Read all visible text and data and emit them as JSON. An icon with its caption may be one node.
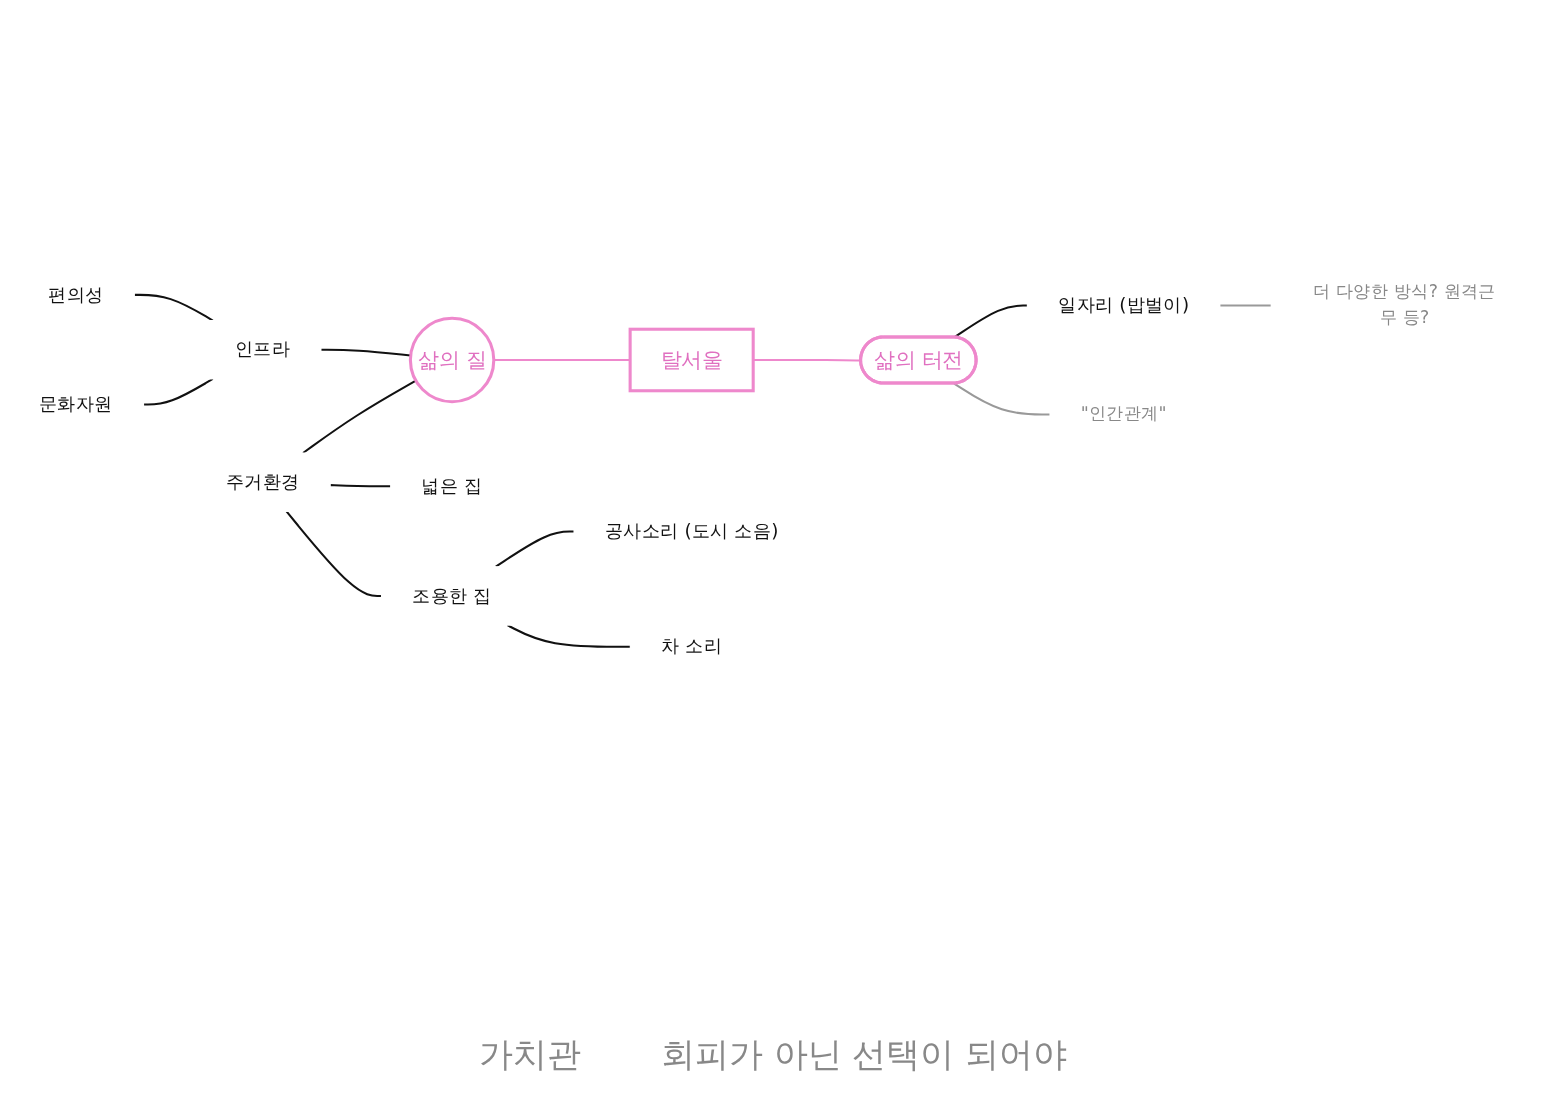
{
  "diagram": {
    "nodes": [
      {
        "text": [
          "편의성"
        ]
      },
      {
        "text": [
          "문화자원"
        ]
      },
      {
        "text": [
          "인프라"
        ]
      },
      {
        "text": [
          "삶의 질"
        ]
      },
      {
        "text": [
          "탈서울"
        ]
      },
      {
        "text": [
          "삶의 터전"
        ]
      },
      {
        "text": [
          "일자리 (밥벌이)"
        ]
      },
      {
        "text": [
          "\"인간관계\""
        ]
      },
      {
        "text": [
          "더 다양한 방식? 원격근무 등?"
        ]
      },
      {
        "text": [
          "주거환경"
        ]
      },
      {
        "text": [
          "넓은 집"
        ]
      },
      {
        "text": [
          "조용한 집"
        ]
      },
      {
        "text": [
          "공사소리 (도시 소음)"
        ]
      },
      {
        "text": [
          "차 소리"
        ]
      }
    ],
    "edges": [
      {
        "from": 0,
        "to": 2,
        "arrow": "none"
      },
      {
        "from": 1,
        "to": 2,
        "arrow": "none"
      },
      {
        "from": 2,
        "to": 3,
        "arrow": "none"
      },
      {
        "from": 9,
        "to": 3,
        "arrow": "none"
      },
      {
        "from": 3,
        "to": 4,
        "arrow": "none",
        "color": "#ee88cc"
      },
      {
        "from": 4,
        "to": 5,
        "arrow": "none",
        "color": "#ee88cc"
      },
      {
        "from": 5,
        "to": 6,
        "arrow": "none"
      },
      {
        "from": 5,
        "to": 7,
        "arrow": "none",
        "color": "#999999"
      },
      {
        "from": 6,
        "to": 8,
        "arrow": "none",
        "color": "#999999"
      },
      {
        "from": 9,
        "to": 10,
        "arrow": "none"
      },
      {
        "from": 9,
        "to": 11,
        "arrow": "none"
      },
      {
        "from": 11,
        "to": 12,
        "arrow": "none"
      },
      {
        "from": 11,
        "to": 13,
        "arrow": "none"
      }
    ],
    "labels": [
      "가치관",
      "회피가 아닌 선택이 되어야"
    ]
  }
}
